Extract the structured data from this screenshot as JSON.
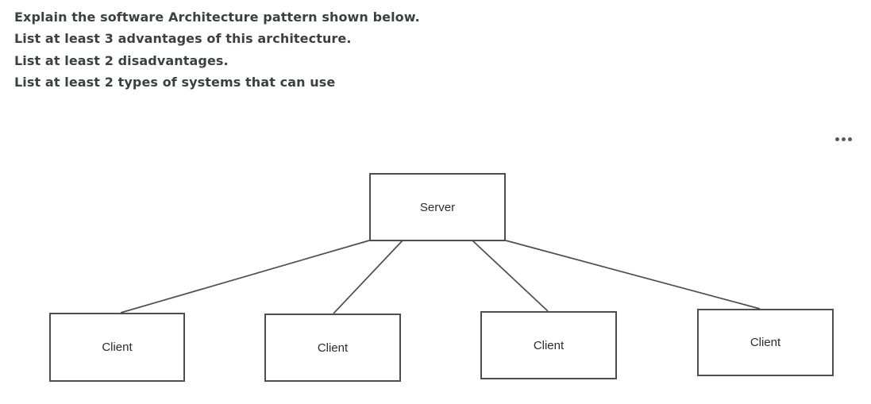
{
  "question": {
    "lines": [
      "Explain the software Architecture pattern shown below.",
      "List at least 3 advantages of this architecture.",
      "List at least 2 disadvantages.",
      "List at least 2 types of systems that can use"
    ]
  },
  "toolbar": {
    "more_options_icon": "ellipsis-horizontal"
  },
  "diagram": {
    "type": "client-server-architecture",
    "server": {
      "id": "server",
      "label": "Server"
    },
    "clients": [
      {
        "id": "client-1",
        "label": "Client"
      },
      {
        "id": "client-2",
        "label": "Client"
      },
      {
        "id": "client-3",
        "label": "Client"
      },
      {
        "id": "client-4",
        "label": "Client"
      }
    ],
    "edges": [
      {
        "from": "server",
        "to": "client-1"
      },
      {
        "from": "server",
        "to": "client-2"
      },
      {
        "from": "server",
        "to": "client-3"
      },
      {
        "from": "server",
        "to": "client-4"
      }
    ]
  },
  "colors": {
    "background": "#ffffff",
    "question_text": "#3c4043",
    "box_border": "#4e4e4e",
    "connector_line": "#4e4e4e",
    "node_label": "#2d2d2d",
    "ellipsis_dots": "#595959"
  }
}
